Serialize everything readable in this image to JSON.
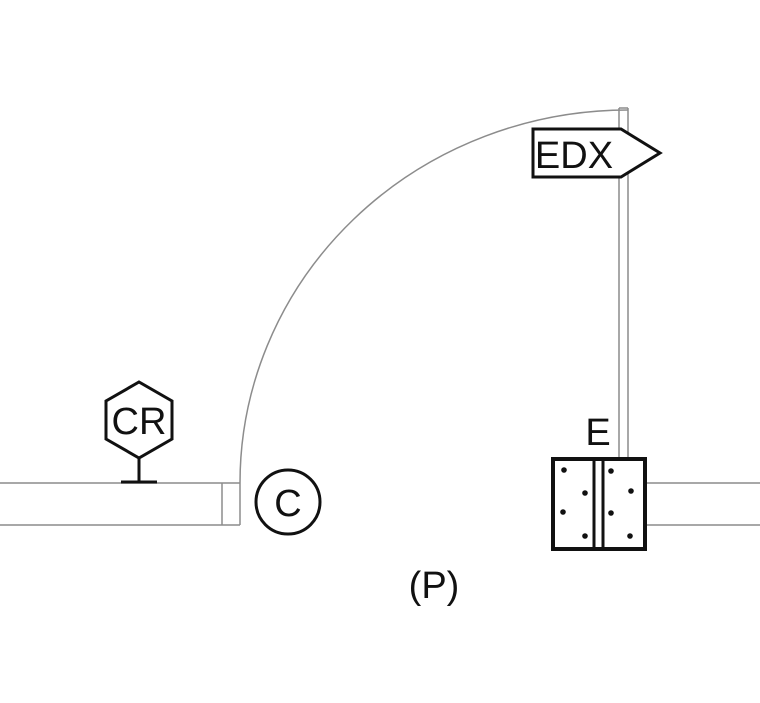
{
  "symbols": {
    "card_reader": {
      "text": "CR",
      "icon": "hexagon-tag-icon"
    },
    "closer": {
      "text": "C",
      "icon": "circle-tag-icon"
    },
    "exit_device": {
      "text": "EDX",
      "icon": "arrow-tag-icon"
    },
    "electric_hinge": {
      "text": "E",
      "icon": "hinge-icon"
    },
    "door_type": {
      "text": "(P)"
    }
  },
  "colors": {
    "wall_stroke": "#8c8c8c",
    "symbol_stroke": "#111111",
    "background": "#ffffff"
  }
}
